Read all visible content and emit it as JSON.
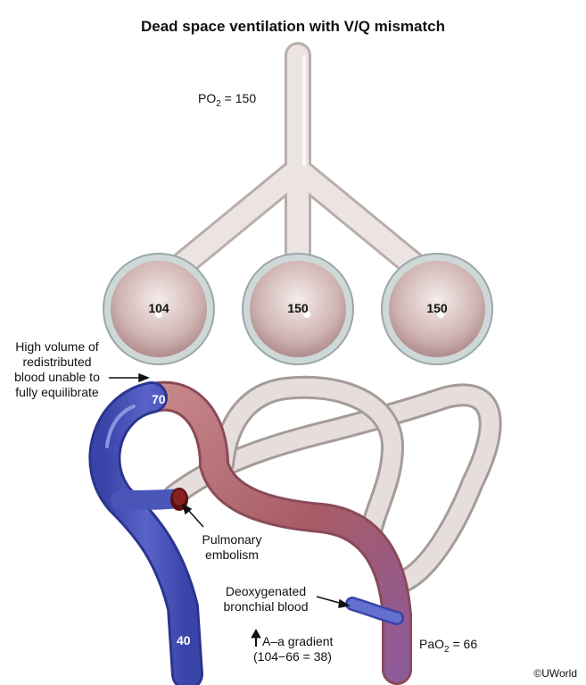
{
  "title": "Dead space ventilation with V/Q mismatch",
  "airway": {
    "po2_prefix": "PO",
    "po2_sub": "2",
    "po2_value": " = 150",
    "alveoli": [
      "104",
      "150",
      "150"
    ]
  },
  "vessels": {
    "upper_value": "70",
    "lower_value": "40"
  },
  "labels": {
    "high_volume": [
      "High volume of",
      "redistributed",
      "blood unable to",
      "fully equilibrate"
    ],
    "embolism": [
      "Pulmonary",
      "embolism"
    ],
    "deoxygenated": [
      "Deoxygenated",
      "bronchial blood"
    ],
    "gradient_line1": "A–a gradient",
    "gradient_line2": "(104−66 = 38)",
    "pao2_prefix": "PaO",
    "pao2_sub": "2",
    "pao2_value": " = 66"
  },
  "colors": {
    "deoxygenated_blue": "#4a55b8",
    "mixed_red": "#b86a72",
    "oxygenated_pale": "#e4dcd8",
    "embolus": "#7a1a1a"
  },
  "credit": "©UWorld"
}
